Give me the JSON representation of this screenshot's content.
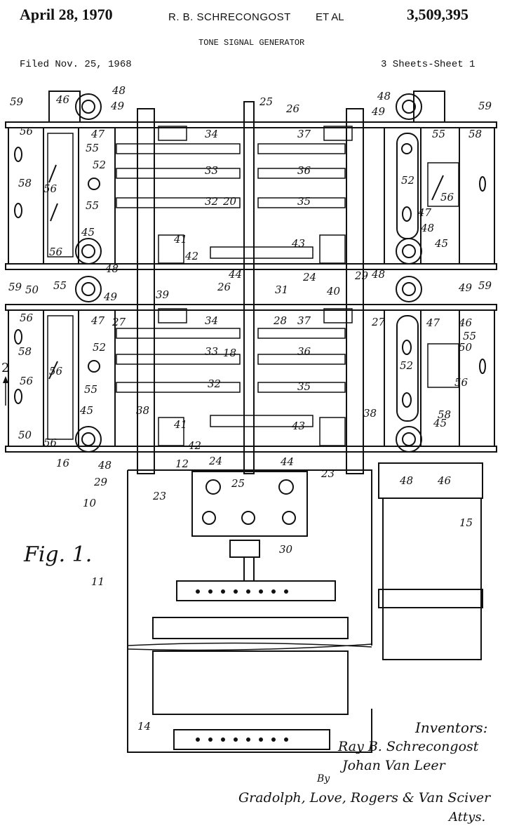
{
  "header": {
    "date": "April 28, 1970",
    "inventor_name": "R. B. SCHRECONGOST",
    "et_al": "ET AL",
    "patent_number": "3,509,395",
    "title": "TONE SIGNAL GENERATOR",
    "filed": "Filed Nov. 25, 1968",
    "sheets": "3 Sheets-Sheet 1"
  },
  "figure": {
    "label": "Fig. 1.",
    "section_mark": "2",
    "reference_numerals": [
      "10",
      "11",
      "12",
      "14",
      "15",
      "16",
      "18",
      "20",
      "23",
      "24",
      "25",
      "26",
      "27",
      "28",
      "29",
      "30",
      "31",
      "32",
      "33",
      "34",
      "35",
      "36",
      "37",
      "38",
      "39",
      "40",
      "41",
      "42",
      "43",
      "44",
      "45",
      "46",
      "47",
      "48",
      "49",
      "50",
      "52",
      "55",
      "56",
      "58",
      "59"
    ]
  },
  "signature": {
    "inventors_heading": "Inventors:",
    "inventor_1": "Ray B. Schrecongost",
    "inventor_2": "Johan Van Leer",
    "by": "By",
    "attorneys": "Gradolph, Love, Rogers & Van Sciver",
    "attys": "Attys."
  }
}
